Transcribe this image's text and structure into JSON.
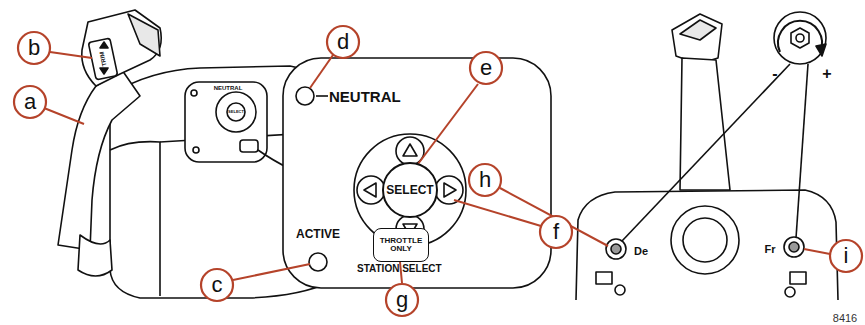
{
  "diagram": {
    "nodes": [
      {
        "text": [
          "NEUTRAL",
          "ACTIVE",
          "STATION SELECT"
        ]
      },
      {
        "text": [
          "SELECT"
        ],
        "in": 0
      },
      {
        "text": [
          "THROTTLE ONLY"
        ],
        "in": 0
      }
    ],
    "labels": [
      "b",
      "TRIM",
      "a",
      "NEUTRAL",
      "SELECT",
      "d",
      "e",
      "c",
      "f",
      "g",
      "h",
      "i",
      "-",
      "+",
      "De",
      "Fr",
      "8416"
    ]
  }
}
